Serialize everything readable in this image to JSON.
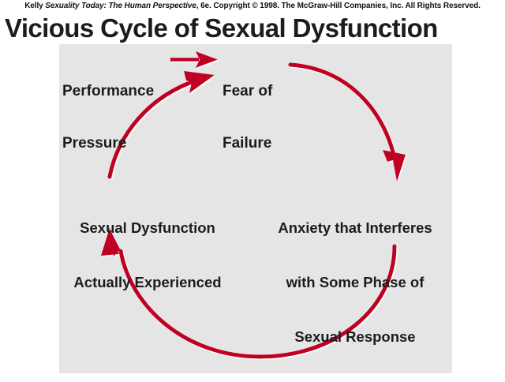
{
  "credit": {
    "author": "Kelly",
    "book_title": "Sexuality Today: The Human Perspective",
    "edition_and_rights": ", 6e. Copyright © 1998. The McGraw-Hill Companies, Inc. All Rights Reserved."
  },
  "title": "Vicious Cycle of Sexual Dysfunction",
  "colors": {
    "arrow_red": "#C00020",
    "panel_gray": "#E5E5E5",
    "text_dark": "#1C1C1C",
    "page_white": "#FFFFFF"
  },
  "diagram": {
    "type": "cycle",
    "nodes": [
      {
        "id": "performance-pressure",
        "lines": [
          "Performance",
          "Pressure"
        ]
      },
      {
        "id": "fear-of-failure",
        "lines": [
          "Fear of",
          "Failure"
        ]
      },
      {
        "id": "anxiety-interferes",
        "lines": [
          "Anxiety that Interferes",
          "with Some Phase of",
          "Sexual Response"
        ]
      },
      {
        "id": "sexual-dysfunction",
        "lines": [
          "Sexual Dysfunction",
          "Actually Experienced"
        ]
      }
    ],
    "edges": [
      {
        "id": "edge-pressure-to-fear",
        "from": "performance-pressure",
        "to": "fear-of-failure",
        "shape": "straight"
      },
      {
        "id": "edge-fear-to-anxiety",
        "from": "fear-of-failure",
        "to": "anxiety-interferes",
        "shape": "arc-right"
      },
      {
        "id": "edge-anxiety-to-dysfunction",
        "from": "anxiety-interferes",
        "to": "sexual-dysfunction",
        "shape": "arc-bottom"
      },
      {
        "id": "edge-dysfunction-to-fear",
        "from": "sexual-dysfunction",
        "to": "fear-of-failure",
        "shape": "arc-left"
      }
    ]
  }
}
